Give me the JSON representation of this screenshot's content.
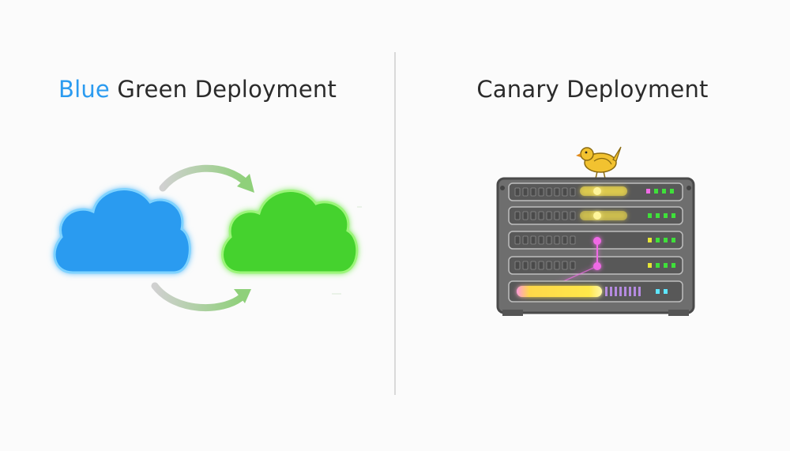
{
  "left": {
    "title_accent": "Blue",
    "title_rest": " Green Deployment",
    "colors": {
      "blue": "#2b9bf0",
      "green": "#44d22e",
      "arrow": "#9bc98f"
    }
  },
  "right": {
    "title": "Canary Deployment",
    "colors": {
      "canary": "#f2c230",
      "server": "#6e6e6e",
      "led_green": "#3fe03a",
      "led_pink": "#f06be6",
      "glow": "#ffe84a"
    }
  },
  "icons": [
    "blue-cloud-icon",
    "green-cloud-icon",
    "curved-arrow-icon",
    "canary-bird-icon",
    "server-rack-icon"
  ]
}
